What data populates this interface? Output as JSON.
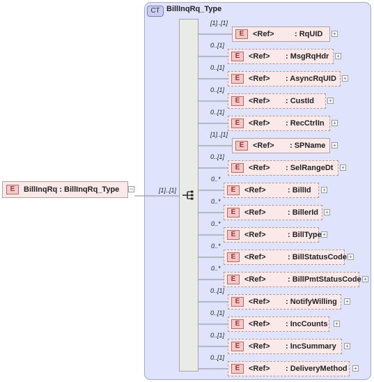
{
  "complex_type": {
    "badge": "CT",
    "name": "BillInqRq_Type"
  },
  "root": {
    "badge": "E",
    "label": "BillInqRq : BillInqRq_Type",
    "collapse": "−",
    "cardinality": "[1]..[1]"
  },
  "element_badge": "E",
  "ref_label": "<Ref>",
  "expand": "+",
  "children": [
    {
      "name": ": RqUID",
      "cardinality": "[1]..[1]",
      "optional": false
    },
    {
      "name": ": MsgRqHdr",
      "cardinality": "0..[1]",
      "optional": true
    },
    {
      "name": ": AsyncRqUID",
      "cardinality": "0..[1]",
      "optional": true
    },
    {
      "name": ": CustId",
      "cardinality": "0..[1]",
      "optional": true
    },
    {
      "name": ": RecCtrlIn",
      "cardinality": "0..[1]",
      "optional": true
    },
    {
      "name": ": SPName",
      "cardinality": "[1]..[1]",
      "optional": false
    },
    {
      "name": ": SelRangeDt",
      "cardinality": "0..[1]",
      "optional": true
    },
    {
      "name": ": BillId",
      "cardinality": "0..*",
      "optional": true
    },
    {
      "name": ": BillerId",
      "cardinality": "0..*",
      "optional": true
    },
    {
      "name": ": BillType",
      "cardinality": "0..*",
      "optional": true
    },
    {
      "name": ": BillStatusCode",
      "cardinality": "0..*",
      "optional": true
    },
    {
      "name": ": BillPmtStatusCode",
      "cardinality": "0..*",
      "optional": true
    },
    {
      "name": ": NotifyWilling",
      "cardinality": "0..[1]",
      "optional": true
    },
    {
      "name": ": IncCounts",
      "cardinality": "0..[1]",
      "optional": true
    },
    {
      "name": ": IncSummary",
      "cardinality": "0..[1]",
      "optional": true
    },
    {
      "name": ": DeliveryMethod",
      "cardinality": "0..[1]",
      "optional": true
    }
  ]
}
